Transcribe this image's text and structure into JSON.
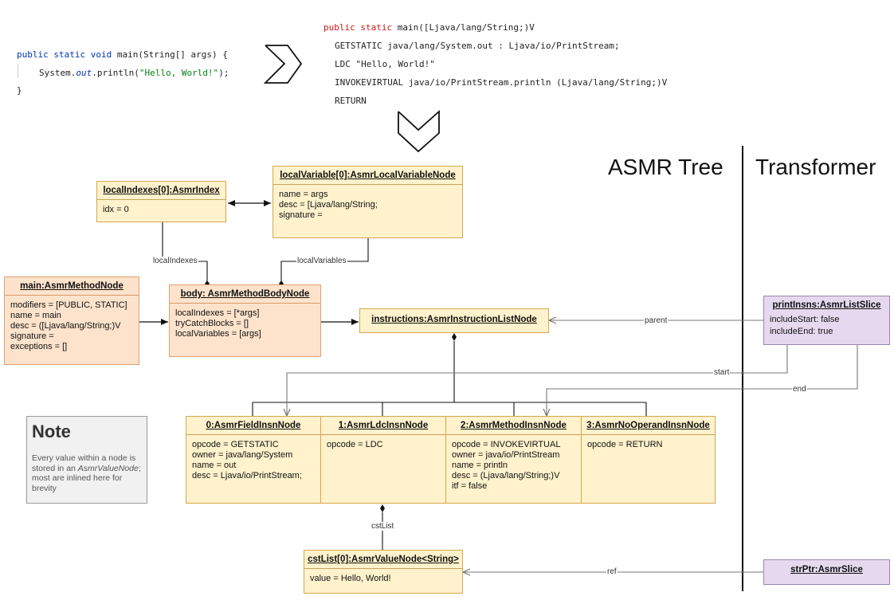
{
  "source_code": {
    "line1": {
      "kw": "public static void",
      "rest": " main(String[] args) {"
    },
    "line2": {
      "pre": "System.",
      "field": "out",
      "mid": ".println(",
      "str": "\"Hello, World!\"",
      "end": ");"
    },
    "line3": "}"
  },
  "bytecode": {
    "header_kw": "public static",
    "header_rest": " main([Ljava/lang/String;)V",
    "instructions": [
      "GETSTATIC java/lang/System.out : Ljava/io/PrintStream;",
      "LDC \"Hello, World!\"",
      "INVOKEVIRTUAL java/io/PrintStream.println (Ljava/lang/String;)V",
      "RETURN"
    ]
  },
  "sections": {
    "tree": "ASMR Tree",
    "transformer": "Transformer"
  },
  "nodes": {
    "localIndexes": {
      "title": "localIndexes[0]:AsmrIndex",
      "body": "idx = 0"
    },
    "localVariable": {
      "title": "localVariable[0]:AsmrLocalVariableNode",
      "body": "name = args\ndesc = [Ljava/lang/String;\nsignature ="
    },
    "main": {
      "title": "main:AsmrMethodNode",
      "body": "modifiers = [PUBLIC, STATIC]\nname = main\ndesc = ([Ljava/lang/String;)V\nsignature =\nexceptions = []"
    },
    "body": {
      "title": "body: AsmrMethodBodyNode",
      "body": "localIndexes = [*args]\ntryCatchBlocks = []\nlocalVariables = [args]"
    },
    "instructions": {
      "title": "instructions:AsmrInstructionListNode"
    },
    "printInsns": {
      "title": "printInsns:AsmrListSlice",
      "body": "includeStart: false\nincludeEnd: true"
    },
    "insn0": {
      "title": "0:AsmrFieldInsnNode",
      "body": "opcode = GETSTATIC\nowner = java/lang/System\nname = out\ndesc = Ljava/io/PrintStream;"
    },
    "insn1": {
      "title": "1:AsmrLdcInsnNode",
      "body": "opcode = LDC"
    },
    "insn2": {
      "title": "2:AsmrMethodInsnNode",
      "body": "opcode = INVOKEVIRTUAL\nowner = java/io/PrintStream\nname = println\ndesc = (Ljava/lang/String;)V\nitf = false"
    },
    "insn3": {
      "title": "3:AsmrNoOperandInsnNode",
      "body": "opcode = RETURN"
    },
    "cstList": {
      "title": "cstList[0]:AsmrValueNode<String>",
      "body": "value = Hello, World!"
    },
    "strPtr": {
      "title": "strPtr:AsmrSlice"
    }
  },
  "edge_labels": {
    "localIndexes": "localIndexes",
    "localVariables": "localVariables",
    "parent": "parent",
    "start": "start",
    "end": "end",
    "cstList": "cstList",
    "ref": "ref"
  },
  "note": {
    "title": "Note",
    "text_a": "Every value within a node is stored in an ",
    "text_italic": "AsmrValueNode",
    "text_b": "; most are inlined here for brevity"
  }
}
